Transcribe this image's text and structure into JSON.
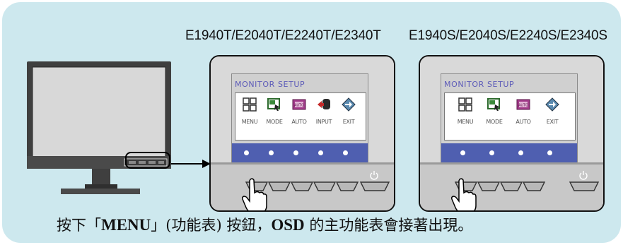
{
  "models": [
    {
      "title": "E1940T/E2040T/E2240T/E2340T"
    },
    {
      "title": "E1940S/E2040S/E2240S/E2340S"
    }
  ],
  "osd_t": {
    "title": "MONITOR SETUP",
    "items": [
      {
        "label": "MENU",
        "icon": "menu-grid-icon"
      },
      {
        "label": "MODE",
        "icon": "mode-icon"
      },
      {
        "label": "AUTO",
        "icon": "auto-icon"
      },
      {
        "label": "INPUT",
        "icon": "input-icon"
      },
      {
        "label": "EXIT",
        "icon": "exit-icon"
      }
    ]
  },
  "osd_s": {
    "title": "MONITOR SETUP",
    "items": [
      {
        "label": "MENU",
        "icon": "menu-grid-icon"
      },
      {
        "label": "MODE",
        "icon": "mode-icon"
      },
      {
        "label": "AUTO",
        "icon": "auto-icon"
      },
      {
        "label": "EXIT",
        "icon": "exit-icon"
      }
    ]
  },
  "caption": {
    "pre": "按下「",
    "menu": "MENU",
    "mid": "」(功能表) 按鈕，",
    "osd": "OSD",
    "post": " 的主功能表會接著出現。"
  },
  "colors": {
    "panel": "#cde8ee",
    "osd_title": "#5d5bb8",
    "osd_bar": "#4f5fb0"
  }
}
